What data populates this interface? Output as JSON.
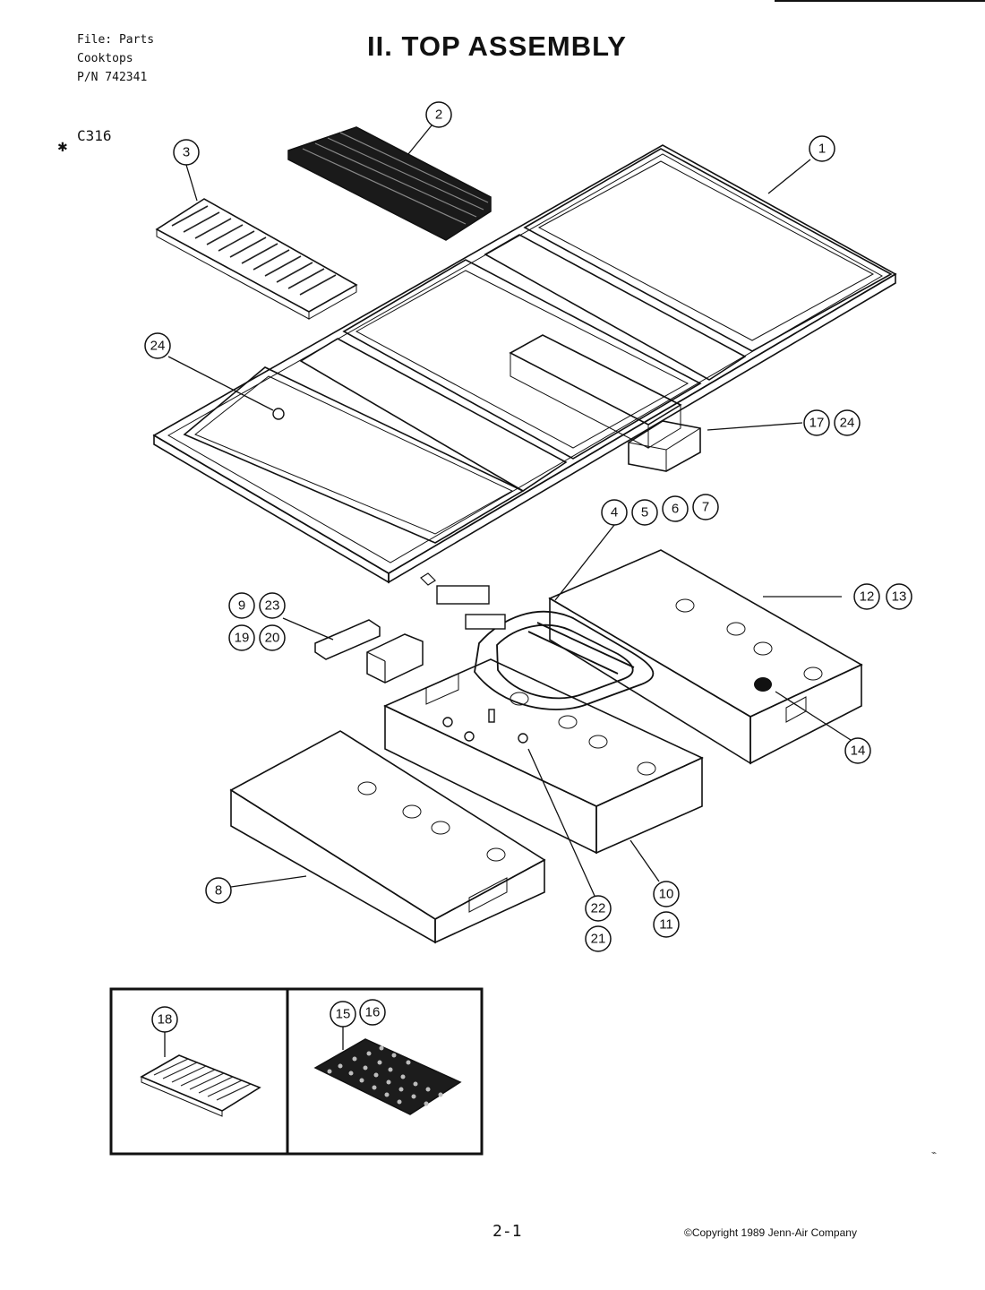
{
  "header": {
    "file_line1": "File: Parts",
    "file_line2": "Cooktops",
    "file_line3": "P/N 742341",
    "title": "II. TOP ASSEMBLY",
    "model": "C316"
  },
  "callouts": [
    "1",
    "2",
    "3",
    "4",
    "5",
    "6",
    "7",
    "8",
    "9",
    "10",
    "11",
    "12",
    "13",
    "14",
    "15",
    "16",
    "17",
    "18",
    "19",
    "20",
    "21",
    "22",
    "23",
    "24"
  ],
  "footer": {
    "page_number": "2-1",
    "copyright": "©Copyright 1989 Jenn-Air Company"
  }
}
